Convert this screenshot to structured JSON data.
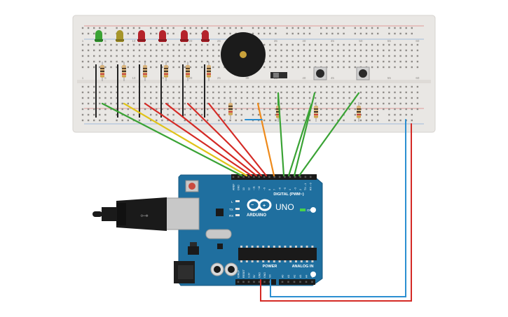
{
  "arduino": {
    "brand": "ARDUINO",
    "model": "UNO",
    "digital_header": "DIGITAL (PWM~)",
    "power_header": "POWER",
    "analog_header": "ANALOG IN",
    "led_on": "ON",
    "led_l": "L",
    "led_tx": "TX",
    "led_rx": "RX",
    "top_pins": [
      "AREF",
      "GND",
      "13",
      "12",
      "~11",
      "~10",
      "~9",
      "8",
      "7",
      "~6",
      "~5",
      "4",
      "~3",
      "2",
      "TX→1",
      "RX←0"
    ],
    "power_pins": [
      "IOREF",
      "RESET",
      "3.3V",
      "5V",
      "GND",
      "GND",
      "Vin"
    ],
    "analog_pins": [
      "A0",
      "A1",
      "A2",
      "A3",
      "A4",
      "A5"
    ]
  },
  "breadboard": {
    "column_numbers": [
      "1",
      "5",
      "10",
      "15",
      "20",
      "25",
      "30",
      "35",
      "40",
      "45",
      "50",
      "55",
      "60"
    ]
  },
  "components": {
    "leds": [
      {
        "color": "#3aa335",
        "cap": "#2b7d28"
      },
      {
        "color": "#a7962a",
        "cap": "#82741f"
      },
      {
        "color": "#b5232b",
        "cap": "#8a1a20"
      },
      {
        "color": "#b5232b",
        "cap": "#8a1a20"
      },
      {
        "color": "#b5232b",
        "cap": "#8a1a20"
      },
      {
        "color": "#b5232b",
        "cap": "#8a1a20"
      }
    ]
  },
  "colors": {
    "board_blue": "#1f6f9f",
    "breadboard": "#e8e6e3",
    "wire_green": "#3aa335",
    "wire_yellow": "#e0c31a",
    "wire_red": "#d42a25",
    "wire_orange": "#ee8a1b",
    "wire_blue": "#2b8fd1"
  }
}
